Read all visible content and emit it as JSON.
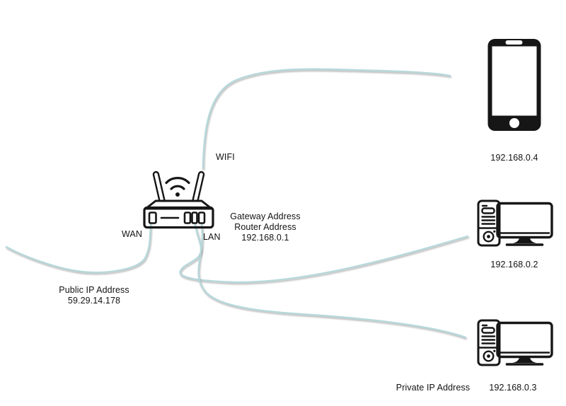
{
  "colors": {
    "bg": "#ffffff",
    "text-ink": "#131313",
    "icon-ink": "#161616",
    "connection-line": "#b6d8db"
  },
  "connections": {
    "wifi_label": "WIFI",
    "wan_port_label": "WAN",
    "lan_port_label": "LAN"
  },
  "router": {
    "gateway_line1": "Gateway Address",
    "gateway_line2": "Router Address",
    "gateway_ip": "192.168.0.1"
  },
  "public": {
    "label": "Public IP Address",
    "ip": "59.29.14.178"
  },
  "private": {
    "label": "Private IP Address"
  },
  "devices": {
    "phone": {
      "ip": "192.168.0.4"
    },
    "desktop_top": {
      "ip": "192.168.0.2"
    },
    "desktop_bottom": {
      "ip": "192.168.0.3"
    }
  }
}
